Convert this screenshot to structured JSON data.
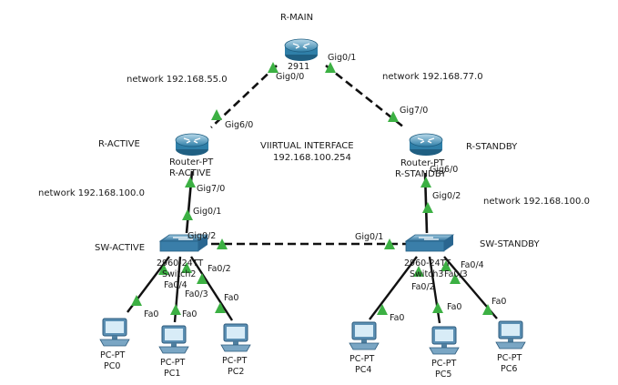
{
  "devices": {
    "r_main": {
      "title": "R-MAIN",
      "model": "2911"
    },
    "r_active": {
      "title": "R-ACTIVE",
      "model": "Router-PT",
      "name": "R-ACTIVE"
    },
    "r_standby": {
      "title": "R-STANDBY",
      "model": "Router-PT",
      "name": "R-STANDBY"
    },
    "sw_active": {
      "title": "SW-ACTIVE",
      "model": "2960-24TT",
      "name": "Switch2"
    },
    "sw_standby": {
      "title": "SW-STANDBY",
      "model": "2960-24TT",
      "name": "Switch3"
    },
    "pcs": [
      {
        "type": "PC-PT",
        "name": "PC0"
      },
      {
        "type": "PC-PT",
        "name": "PC1"
      },
      {
        "type": "PC-PT",
        "name": "PC2"
      },
      {
        "type": "PC-PT",
        "name": "PC4"
      },
      {
        "type": "PC-PT",
        "name": "PC5"
      },
      {
        "type": "PC-PT",
        "name": "PC6"
      }
    ]
  },
  "networks": {
    "left_top": "network 192.168.55.0",
    "right_top": "network 192.168.77.0",
    "left_mid": "network 192.168.100.0",
    "right_mid": "network 192.168.100.0"
  },
  "virtual_interface": {
    "label": "VIIRTUAL INTERFACE",
    "ip": "192.168.100.254"
  },
  "ports": {
    "rmain_gig00": "Gig0/0",
    "rmain_gig01": "Gig0/1",
    "ractive_gig60": "Gig6/0",
    "ractive_gig70": "Gig7/0",
    "rstandby_gig70": "Gig7/0",
    "rstandby_gig60": "Gig6/0",
    "swactive_gig01": "Gig0/1",
    "swactive_gig02": "Gig0/2",
    "swstandby_gig01": "Gig0/1",
    "swstandby_gig02": "Gig0/2",
    "swactive_fa04": "Fa0/4",
    "swactive_fa03": "Fa0/3",
    "swactive_fa02": "Fa0/2",
    "swstandby_fa02": "Fa0/2",
    "swstandby_fa03": "Fa0/3",
    "swstandby_fa04": "Fa0/4",
    "pc_fa0": "Fa0"
  },
  "colors": {
    "link": "#111111",
    "link_up": "#3cb043",
    "router_body": "#3d8fb5",
    "switch_body": "#4a90b8"
  }
}
